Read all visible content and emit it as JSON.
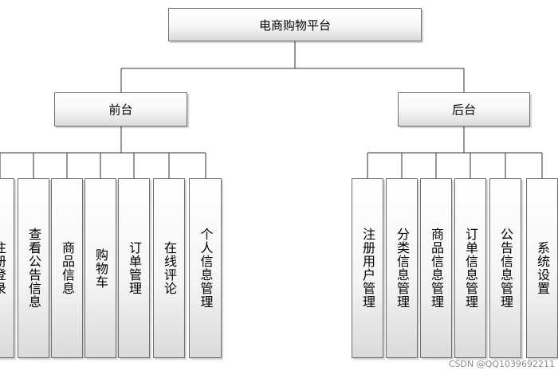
{
  "root": {
    "label": "电商购物平台"
  },
  "front": {
    "label": "前台",
    "children": [
      "注册登录",
      "查看公告信息",
      "商品信息",
      "购物车",
      "订单管理",
      "在线评论",
      "个人信息管理"
    ]
  },
  "back": {
    "label": "后台",
    "children": [
      "注册用户管理",
      "分类信息管理",
      "商品信息管理",
      "订单信息管理",
      "公告信息管理",
      "系统设置"
    ]
  },
  "watermark": "CSDN @QQ1039692211"
}
